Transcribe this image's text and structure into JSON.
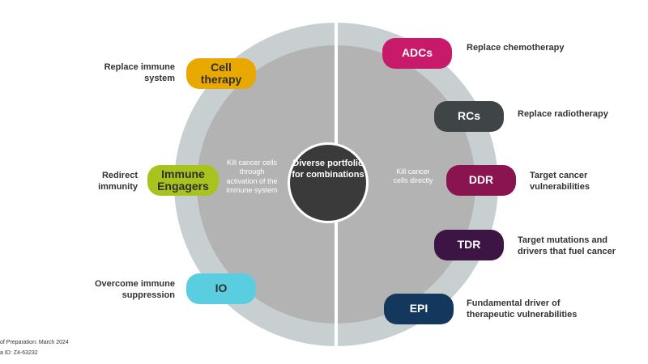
{
  "colors": {
    "outer_ring": "#c8cfd1",
    "inner_disc": "#b3b3b3",
    "divider": "#ffffff",
    "center": "#3a3a3a",
    "cell_therapy": "#e8a800",
    "immune_engagers": "#a8c21e",
    "io": "#5bcde0",
    "adcs": "#c8196b",
    "rcs": "#3f4446",
    "ddr": "#8a1450",
    "tdr": "#3d1544",
    "epi": "#14375e"
  },
  "center": {
    "text": "Diverse portfolio for combinations"
  },
  "left_side": {
    "inner_text": "Kill cancer cells through activation of the immune system",
    "items": [
      {
        "pill": "Cell therapy",
        "label": "Replace immune system"
      },
      {
        "pill": "Immune Engagers",
        "label": "Redirect immunity"
      },
      {
        "pill": "IO",
        "label": "Overcome immune suppression"
      }
    ]
  },
  "right_side": {
    "inner_text": "Kill cancer cells directly",
    "items": [
      {
        "pill": "ADCs",
        "label": "Replace chemotherapy"
      },
      {
        "pill": "RCs",
        "label": "Replace radiotherapy"
      },
      {
        "pill": "DDR",
        "label": "Target cancer vulnerabilities"
      },
      {
        "pill": "TDR",
        "label": "Target mutations and drivers that fuel cancer"
      },
      {
        "pill": "EPI",
        "label": "Fundamental driver of therapeutic vulnerabilities"
      }
    ]
  },
  "footer": {
    "preparation": "of Preparation: March 2024",
    "id": "a ID: Z4-63232"
  }
}
